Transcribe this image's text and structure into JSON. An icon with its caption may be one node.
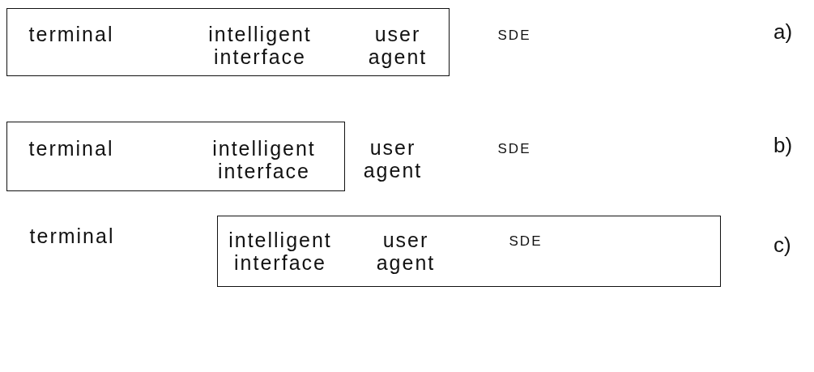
{
  "diagram": {
    "nodes": [
      {
        "text": [],
        "shape": "box"
      },
      {
        "text": [
          "terminal"
        ],
        "in": 0
      },
      {
        "text": [
          "intelligent interface"
        ],
        "in": 0
      },
      {
        "text": [
          "user agent"
        ],
        "in": 0
      },
      {
        "text": [
          "SDE"
        ]
      },
      {
        "text": [],
        "shape": "box"
      },
      {
        "text": [
          "terminal"
        ],
        "in": 5
      },
      {
        "text": [
          "intelligent interface"
        ],
        "in": 5
      },
      {
        "text": [
          "user agent"
        ]
      },
      {
        "text": [
          "SDE"
        ]
      },
      {
        "text": [
          "terminal"
        ]
      },
      {
        "text": [],
        "shape": "box"
      },
      {
        "text": [
          "intelligent interface"
        ],
        "in": 11
      },
      {
        "text": [
          "user agent"
        ],
        "in": 11
      },
      {
        "text": [
          "SDE"
        ],
        "in": 11
      }
    ],
    "edges": [],
    "labels": [
      "a)",
      "b)",
      "c)"
    ]
  }
}
